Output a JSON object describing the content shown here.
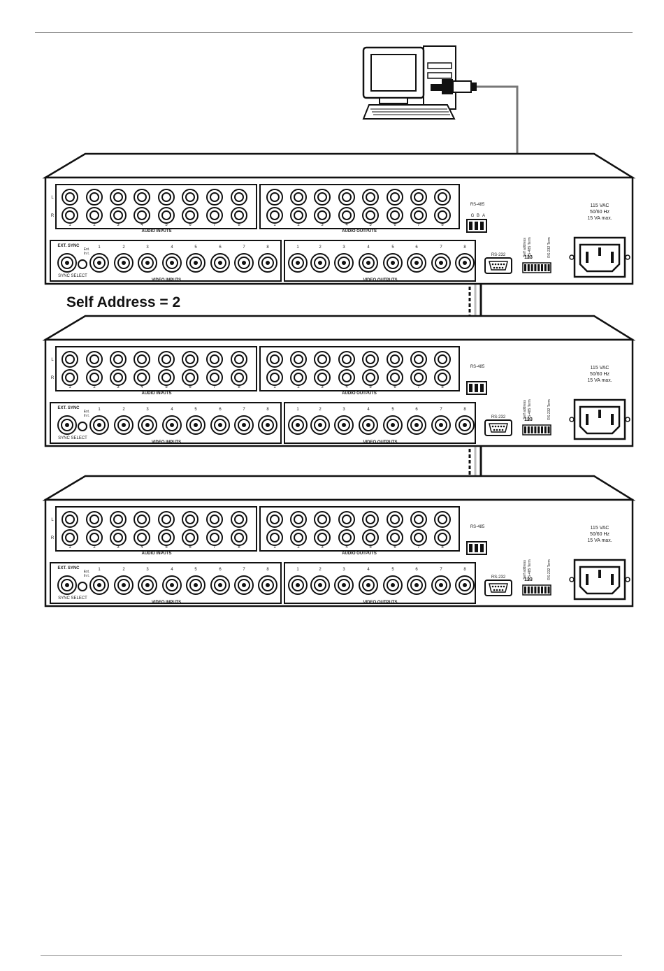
{
  "self_address_label": "Self Address = 2",
  "units": [
    {
      "labels": {
        "row_l": "L",
        "row_r": "R",
        "rs485": "RS-485",
        "rs485_g": "G",
        "rs485_b": "B",
        "rs485_a": "A",
        "rs232": "RS-232",
        "audio_inputs": "AUDIO INPUTS",
        "audio_outputs": "AUDIO OUTPUTS",
        "video_inputs": "VIDEO INPUTS",
        "video_outputs": "VIDEO OUTPUTS",
        "ext_sync": "EXT. SYNC",
        "sync_ext": "Ext.",
        "sync_int": "In t.",
        "sync_select": "SYNC SELECT",
        "dip_self_address": "Self address",
        "dip_rs_term": "RS-485 Term",
        "dip_digits": "123",
        "dip_rs_term2": "RS-232 Term",
        "power_1": "115 VAC",
        "power_2": "50/60 Hz",
        "power_3": "15 VA max.",
        "audio_in_nums": [
          "1",
          "2",
          "3",
          "4",
          "5",
          "6",
          "7",
          "8"
        ],
        "audio_out_nums": [
          "1",
          "2",
          "3",
          "4",
          "5",
          "6",
          "7",
          "8"
        ],
        "video_in_nums": [
          "1",
          "2",
          "3",
          "4",
          "5",
          "6",
          "7",
          "8"
        ],
        "video_out_nums": [
          "1",
          "2",
          "3",
          "4",
          "5",
          "6",
          "7",
          "8"
        ]
      }
    },
    {
      "labels": {
        "row_l": "L",
        "row_r": "R",
        "rs485": "RS-485",
        "rs485_g": "",
        "rs485_b": "",
        "rs485_a": "",
        "rs232": "RS-232",
        "audio_inputs": "AUDIO INPUTS",
        "audio_outputs": "AUDIO OUTPUTS",
        "video_inputs": "VIDEO INPUTS",
        "video_outputs": "VIDEO OUTPUTS",
        "ext_sync": "EXT. SYNC",
        "sync_ext": "Ext.",
        "sync_int": "In t.",
        "sync_select": "SYNC SELECT",
        "dip_self_address": "Self address",
        "dip_rs_term": "RS-485 Term",
        "dip_digits": "123",
        "dip_rs_term2": "RS-232 Term",
        "power_1": "115 VAC",
        "power_2": "50/60 Hz",
        "power_3": "15 VA max.",
        "audio_in_nums": [
          "1",
          "2",
          "3",
          "4",
          "5",
          "6",
          "7",
          "8"
        ],
        "audio_out_nums": [
          "1",
          "2",
          "3",
          "4",
          "5",
          "6",
          "7",
          "8"
        ],
        "video_in_nums": [
          "1",
          "2",
          "3",
          "4",
          "5",
          "6",
          "7",
          "8"
        ],
        "video_out_nums": [
          "1",
          "2",
          "3",
          "4",
          "5",
          "6",
          "7",
          "8"
        ]
      }
    },
    {
      "labels": {
        "row_l": "L",
        "row_r": "R",
        "rs485": "RS-485",
        "rs485_g": "",
        "rs485_b": "",
        "rs485_a": "",
        "rs232": "RS-232",
        "audio_inputs": "AUDIO INPUTS",
        "audio_outputs": "AUDIO OUTPUTS",
        "video_inputs": "VIDEO INPUTS",
        "video_outputs": "VIDEO OUTPUTS",
        "ext_sync": "EXT. SYNC",
        "sync_ext": "Ext.",
        "sync_int": "In t.",
        "sync_select": "SYNC SELECT",
        "dip_self_address": "Self address",
        "dip_rs_term": "RS-485 Term",
        "dip_digits": "123",
        "dip_rs_term2": "RS-232 Term",
        "power_1": "115 VAC",
        "power_2": "50/60 Hz",
        "power_3": "15 VA max.",
        "audio_in_nums": [
          "1",
          "2",
          "3",
          "4",
          "5",
          "6",
          "7",
          "8"
        ],
        "audio_out_nums": [
          "1",
          "2",
          "3",
          "4",
          "5",
          "6",
          "7",
          "8"
        ],
        "video_in_nums": [
          "1",
          "2",
          "3",
          "4",
          "5",
          "6",
          "7",
          "8"
        ],
        "video_out_nums": [
          "1",
          "2",
          "3",
          "4",
          "5",
          "6",
          "7",
          "8"
        ]
      }
    }
  ],
  "colors": {
    "line": "#111111",
    "cable": "#777777",
    "red_numeral": "#cc2222"
  }
}
